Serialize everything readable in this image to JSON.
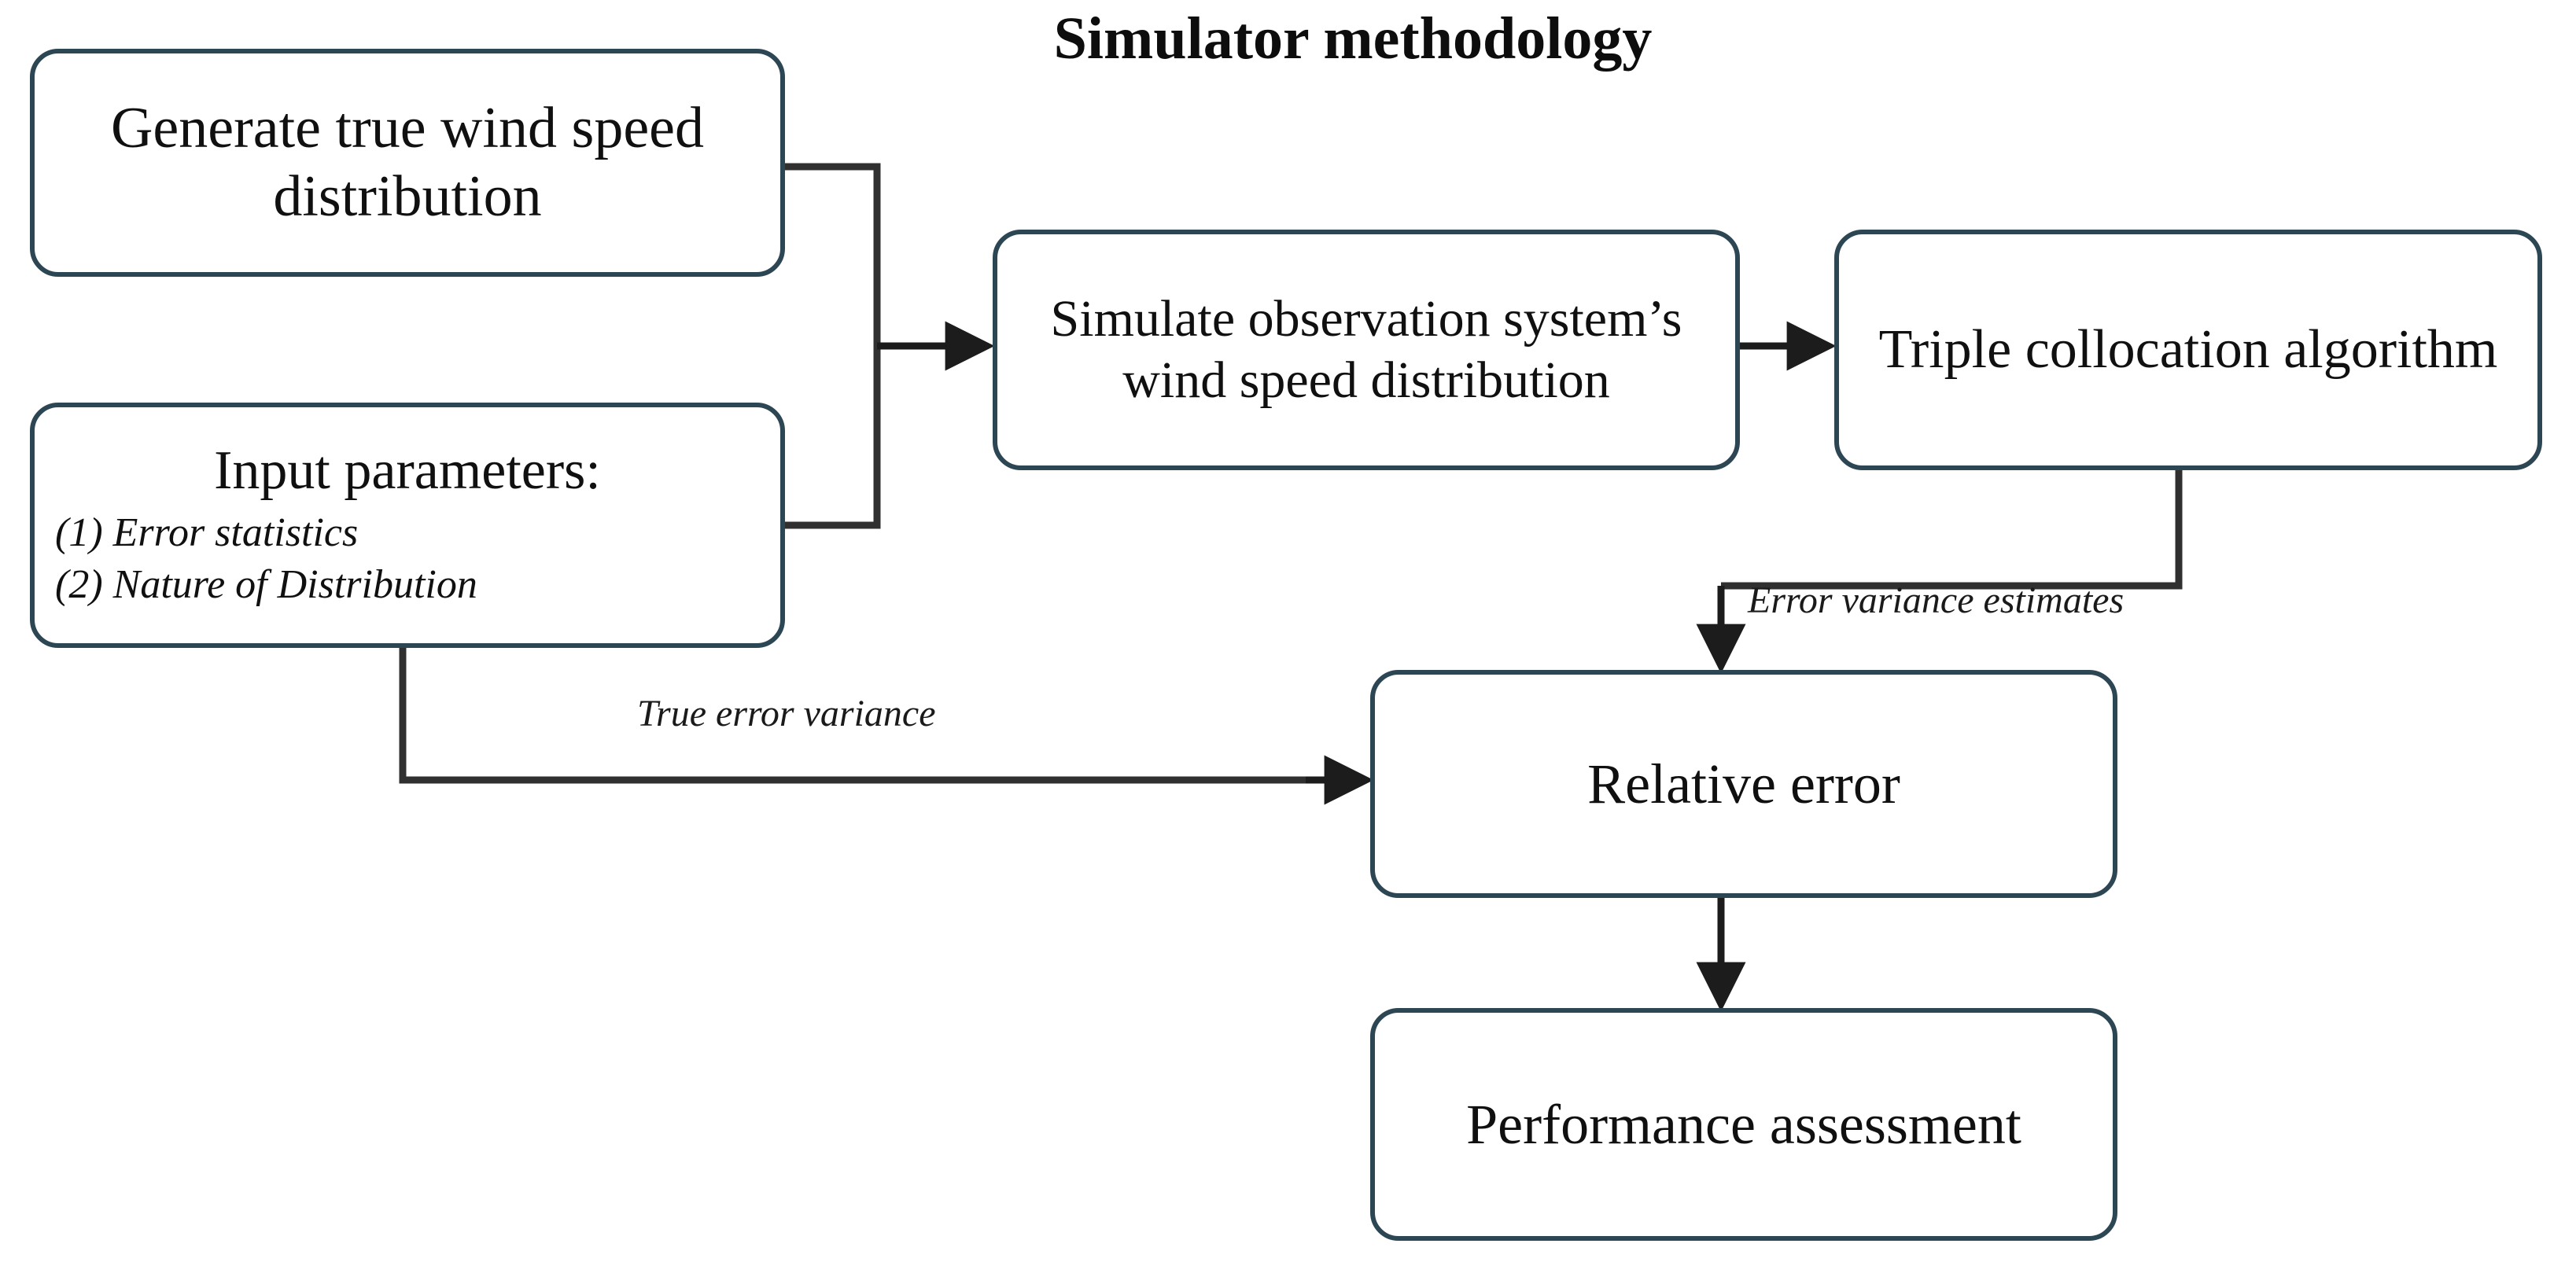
{
  "title": "Simulator methodology",
  "colors": {
    "node_border": "#2d4654",
    "connector": "#303030",
    "background": "#ffffff",
    "text": "#101010"
  },
  "nodes": {
    "generate": {
      "text": "Generate true wind speed distribution"
    },
    "input": {
      "heading": "Input parameters:",
      "items": [
        "(1) Error statistics",
        "(2) Nature of Distribution"
      ]
    },
    "simulate": {
      "text": "Simulate observation system’s wind speed distribution"
    },
    "triple": {
      "text": "Triple collocation algorithm"
    },
    "relative": {
      "text": "Relative error"
    },
    "performance": {
      "text": "Performance assessment"
    }
  },
  "edge_labels": {
    "error_variance_estimates": "Error variance estimates",
    "true_error_variance": "True error variance"
  }
}
